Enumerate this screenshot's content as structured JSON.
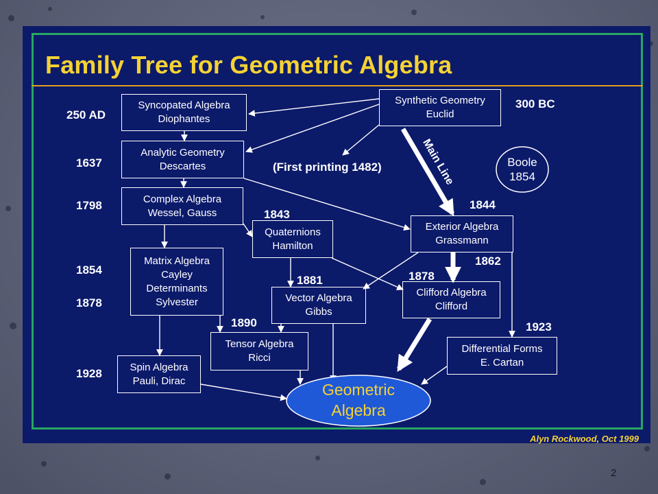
{
  "title": "Family Tree for Geometric Algebra",
  "credit": "Alyn Rockwood, Oct 1999",
  "page_number": "2",
  "note_first_printing": "(First printing 1482)",
  "main_line_label": "Main Line",
  "geometric_algebra": [
    "Geometric",
    "Algebra"
  ],
  "boole": [
    "Boole",
    "1854"
  ],
  "boxes": {
    "syncopated": [
      "Syncopated Algebra",
      "Diophantes"
    ],
    "synthetic": [
      "Synthetic Geometry",
      "Euclid"
    ],
    "analytic": [
      "Analytic Geometry",
      "Descartes"
    ],
    "complex": [
      "Complex Algebra",
      "Wessel, Gauss"
    ],
    "quaternions": [
      "Quaternions",
      "Hamilton"
    ],
    "exterior": [
      "Exterior Algebra",
      "Grassmann"
    ],
    "matrix": [
      "Matrix Algebra",
      "Cayley",
      "Determinants",
      "Sylvester"
    ],
    "vector": [
      "Vector Algebra",
      "Gibbs"
    ],
    "clifford": [
      "Clifford Algebra",
      "Clifford"
    ],
    "tensor": [
      "Tensor Algebra",
      "Ricci"
    ],
    "differential": [
      "Differential Forms",
      "E. Cartan"
    ],
    "spin": [
      "Spin Algebra",
      "Pauli, Dirac"
    ]
  },
  "years": {
    "y250ad": "250 AD",
    "y1637": "1637",
    "y1798": "1798",
    "y1854": "1854",
    "y1878_left": "1878",
    "y1928": "1928",
    "y300bc": "300 BC",
    "y1843": "1843",
    "y1844": "1844",
    "y1862": "1862",
    "y1878_clifford": "1878",
    "y1881": "1881",
    "y1890": "1890",
    "y1923": "1923"
  },
  "colors": {
    "slide_bg": "#0c1a6a",
    "title": "#f5d234",
    "frame": "#27a860",
    "title_rule": "#e0a020",
    "ellipse_fill": "#1f59d8"
  }
}
